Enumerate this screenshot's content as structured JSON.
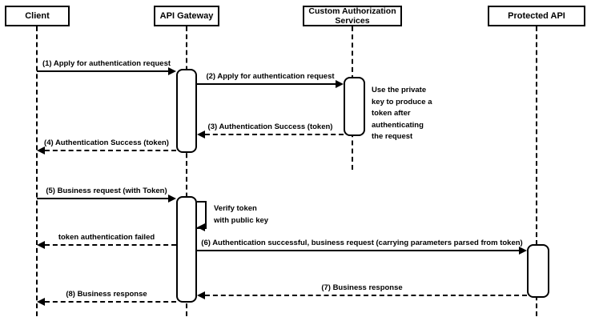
{
  "colors": {
    "stroke": "#000000",
    "fill": "#ffffff",
    "text": "#000000"
  },
  "actors": [
    {
      "id": "client",
      "label": "Client"
    },
    {
      "id": "api-gateway",
      "label": "API Gateway"
    },
    {
      "id": "custom-auth",
      "label": "Custom Authorization\nServices"
    },
    {
      "id": "protected-api",
      "label": "Protected API"
    }
  ],
  "messages": [
    {
      "num": "1",
      "label": "(1) Apply for authentication request",
      "from": "Client",
      "to": "API Gateway",
      "line": "solid"
    },
    {
      "num": "2",
      "label": "(2) Apply for authentication request",
      "from": "API Gateway",
      "to": "Custom Authorization Services",
      "line": "solid"
    },
    {
      "num": "3",
      "label": "(3) Authentication Success (token)",
      "from": "Custom Authorization Services",
      "to": "API Gateway",
      "line": "dashed"
    },
    {
      "num": "4",
      "label": "(4) Authentication Success (token)",
      "from": "API Gateway",
      "to": "Client",
      "line": "dashed"
    },
    {
      "num": "5",
      "label": "(5) Business request (with Token)",
      "from": "Client",
      "to": "API Gateway",
      "line": "solid"
    },
    {
      "num": "",
      "label": "token authentication failed",
      "from": "API Gateway",
      "to": "Client",
      "line": "dashed"
    },
    {
      "num": "6",
      "label": "(6) Authentication successful, business request (carrying parameters parsed from token)",
      "from": "API Gateway",
      "to": "Protected API",
      "line": "solid"
    },
    {
      "num": "7",
      "label": "(7) Business response",
      "from": "Protected API",
      "to": "API Gateway",
      "line": "dashed"
    },
    {
      "num": "8",
      "label": "(8) Business response",
      "from": "API Gateway",
      "to": "Client",
      "line": "dashed"
    }
  ],
  "notes": {
    "self_loop": "Verify token\nwith public key",
    "auth_note": "Use the private\nkey to produce a\ntoken after\nauthenticating\nthe request"
  }
}
